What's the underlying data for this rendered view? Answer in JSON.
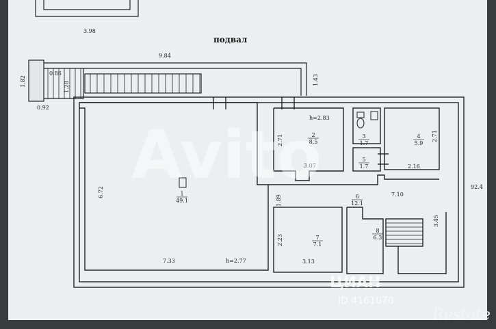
{
  "title": "подвал",
  "dimensions": {
    "top_room_width": "3.98",
    "stair_run": "9.84",
    "stair_width_a": "0.86",
    "stair_height_left": "1.82",
    "stair_bottom": "0.92",
    "stair_inner": "1.28",
    "stair_right": "1.43",
    "room1_height": "6.72",
    "room1_width": "7.33",
    "room1_ceiling": "h=2.77",
    "room2_ceiling": "h=2.83",
    "room2_left": "2.71",
    "room2_bottom": "3.07",
    "room4_right": "2.71",
    "room4_bottom": "2.16",
    "corridor_width": "7.10",
    "corridor_left": "1.89",
    "room7_left": "2.23",
    "room7_bottom": "3.13",
    "room8_right": "3.45",
    "overall_right": "92.4"
  },
  "rooms": [
    {
      "number": "1",
      "area": "49.1"
    },
    {
      "number": "2",
      "area": "8.5"
    },
    {
      "number": "3",
      "area": "1.7"
    },
    {
      "number": "4",
      "area": "5.9"
    },
    {
      "number": "5",
      "area": "1.7"
    },
    {
      "number": "6",
      "area": "12.1"
    },
    {
      "number": "7",
      "area": "7.1"
    },
    {
      "number": "8",
      "area": "6.3"
    }
  ],
  "watermarks": {
    "avito": "Avito",
    "cian": "ЦИАН",
    "cian_id": "ID 4161070",
    "restate": "Restate"
  }
}
